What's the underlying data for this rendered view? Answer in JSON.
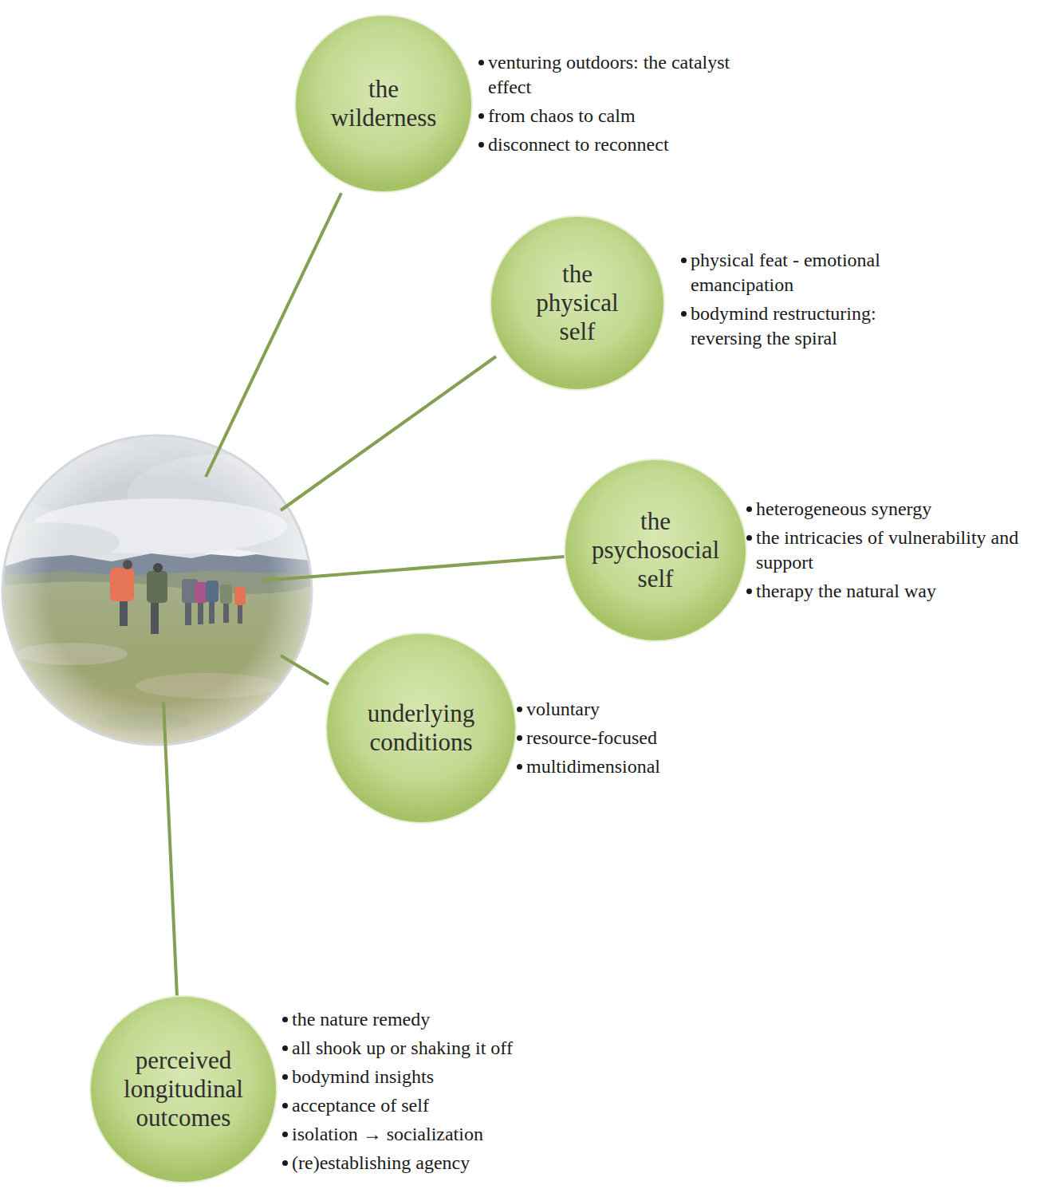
{
  "diagram": {
    "nodes": [
      {
        "text": [
          "the wilderness",
          "venturing outdoors: the catalyst effect",
          "from chaos to calm",
          "disconnect to reconnect"
        ]
      },
      {
        "text": [
          "the physical self",
          "physical feat - emotional emancipation",
          "bodymind restructuring: reversing the spiral"
        ]
      },
      {
        "text": [
          "the psychosocial self",
          "heterogeneous synergy",
          "the intricacies of vulnerability and support",
          "therapy the natural way"
        ]
      },
      {
        "text": [
          "underlying conditions",
          "voluntary",
          "resource-focused",
          "multidimensional"
        ]
      },
      {
        "text": [
          "perceived longitudinal outcomes",
          "the nature remedy",
          "all shook up or shaking it off",
          "bodymind insights",
          "acceptance of self",
          "isolation → socialization",
          "(re)establishing agency"
        ]
      }
    ]
  }
}
